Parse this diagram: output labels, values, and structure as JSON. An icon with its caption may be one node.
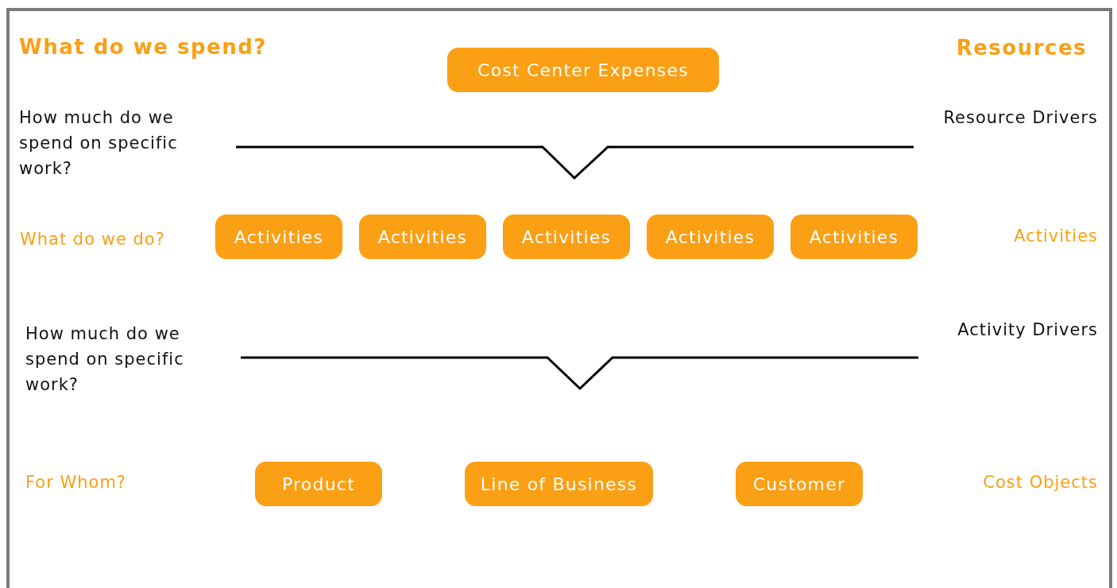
{
  "diagram": {
    "title": "What do we spend?",
    "nodes": [
      {
        "text": [
          "Cost Center Expenses"
        ]
      },
      {
        "text": [
          "Activities"
        ]
      },
      {
        "text": [
          "Activities"
        ]
      },
      {
        "text": [
          "Activities"
        ]
      },
      {
        "text": [
          "Activities"
        ]
      },
      {
        "text": [
          "Activities"
        ]
      },
      {
        "text": [
          "Product"
        ]
      },
      {
        "text": [
          "Line of Business"
        ]
      },
      {
        "text": [
          "Customer"
        ]
      }
    ],
    "labels": [
      "Resources",
      "How much do we spend on specific work?",
      "Resource Drivers",
      "What do we do?",
      "Activities",
      "How much do we spend on specific work?",
      "Activity Drivers",
      "For Whom?",
      "Cost Objects"
    ]
  }
}
